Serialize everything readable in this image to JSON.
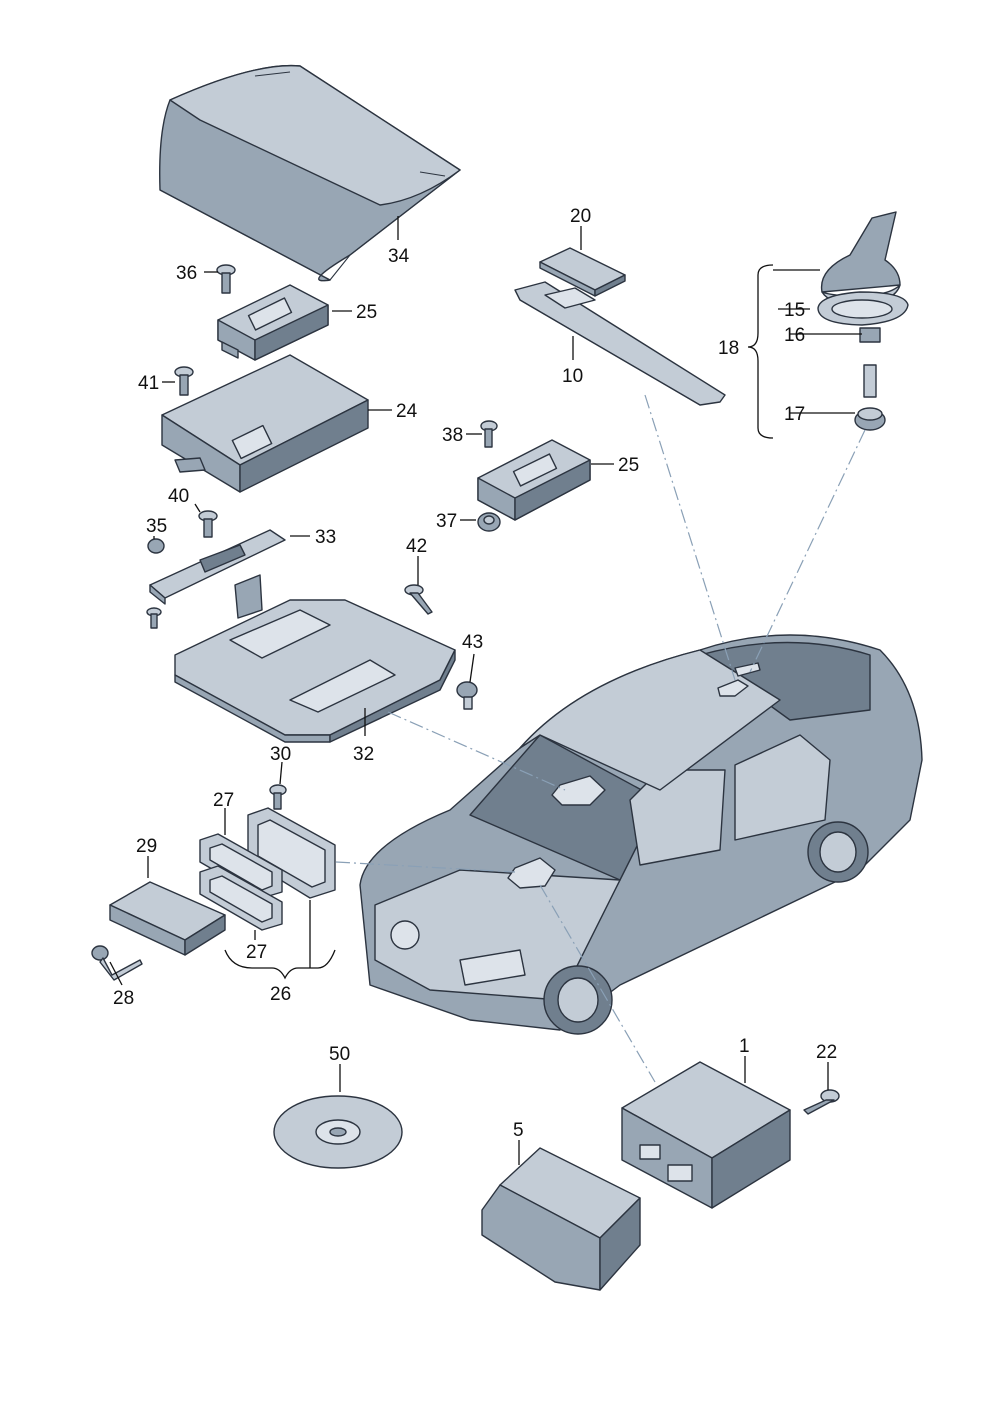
{
  "callouts": {
    "c1": "1",
    "c5": "5",
    "c10": "10",
    "c15": "15",
    "c16": "16",
    "c17": "17",
    "c18": "18",
    "c20": "20",
    "c22": "22",
    "c24": "24",
    "c25a": "25",
    "c25b": "25",
    "c26": "26",
    "c27a": "27",
    "c27b": "27",
    "c28": "28",
    "c29": "29",
    "c30": "30",
    "c32": "32",
    "c33": "33",
    "c34": "34",
    "c35": "35",
    "c36": "36",
    "c37": "37",
    "c38": "38",
    "c40": "40",
    "c41": "41",
    "c42": "42",
    "c43": "43",
    "c50": "50"
  },
  "colors": {
    "part_dark": "#707f8e",
    "part_mid": "#98a6b4",
    "part_light": "#c3ccd6",
    "leader": "#111111",
    "dash": "#8aa0b6"
  }
}
